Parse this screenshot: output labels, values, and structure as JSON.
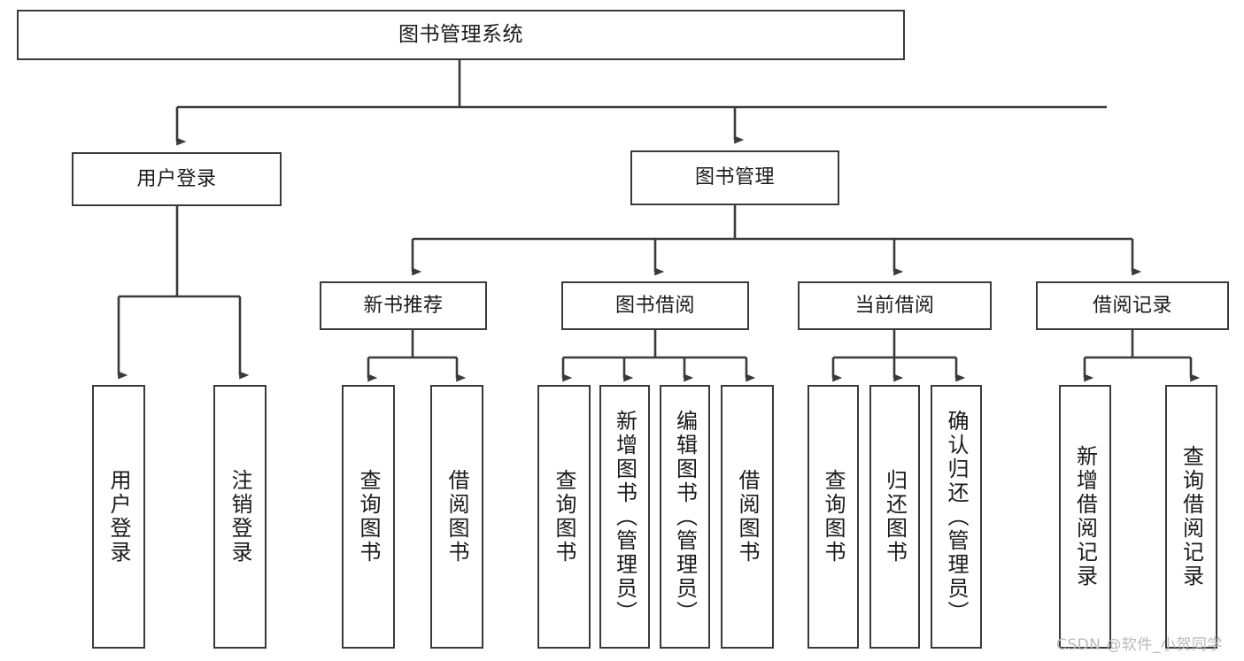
{
  "diagram": {
    "title": "图书管理系统",
    "type": "tree",
    "watermark": "CSDN @软件_小贺同学",
    "colors": {
      "box_border": "#3a3a3a",
      "box_fill": "#ffffff",
      "connector": "#3a3a3a",
      "text": "#1a1a1a",
      "watermark": "#b9b9b9",
      "background": "#ffffff"
    },
    "root": {
      "label": "图书管理系统"
    },
    "level2": [
      {
        "label": "用户登录"
      },
      {
        "label": "图书管理"
      }
    ],
    "level3": [
      {
        "label": "新书推荐"
      },
      {
        "label": "图书借阅"
      },
      {
        "label": "当前借阅"
      },
      {
        "label": "借阅记录"
      }
    ],
    "leaves": {
      "user_login": [
        {
          "label": "用户登录"
        },
        {
          "label": "注销登录"
        }
      ],
      "new_book_recommend": [
        {
          "label": "查询图书"
        },
        {
          "label": "借阅图书"
        }
      ],
      "book_borrow": [
        {
          "label": "查询图书"
        },
        {
          "label": "新增图书（管理员）"
        },
        {
          "label": "编辑图书（管理员）"
        },
        {
          "label": "借阅图书"
        }
      ],
      "current_borrow": [
        {
          "label": "查询图书"
        },
        {
          "label": "归还图书"
        },
        {
          "label": "确认归还（管理员）"
        }
      ],
      "borrow_record": [
        {
          "label": "新增借阅记录"
        },
        {
          "label": "查询借阅记录"
        }
      ]
    }
  }
}
